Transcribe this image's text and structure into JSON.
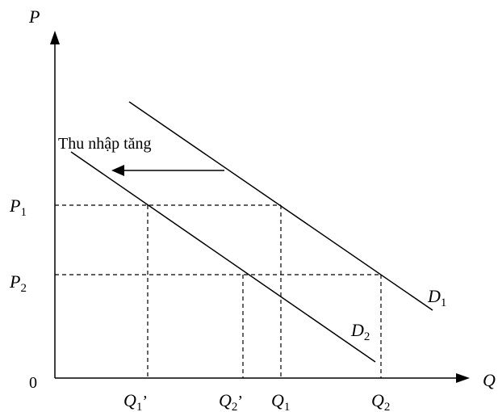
{
  "axes": {
    "y_label": "P",
    "x_label": "Q",
    "origin_label": "0"
  },
  "price_labels": {
    "p1": {
      "main": "P",
      "sub": "1"
    },
    "p2": {
      "main": "P",
      "sub": "2"
    }
  },
  "quantity_labels": {
    "q1_prime": {
      "main": "Q",
      "sub": "1",
      "suffix": "’"
    },
    "q2_prime": {
      "main": "Q",
      "sub": "2",
      "suffix": "’"
    },
    "q1": {
      "main": "Q",
      "sub": "1"
    },
    "q2": {
      "main": "Q",
      "sub": "2"
    }
  },
  "curves": {
    "d1": {
      "main": "D",
      "sub": "1"
    },
    "d2": {
      "main": "D",
      "sub": "2"
    }
  },
  "annotation": {
    "text": "Thu nhập tăng"
  },
  "colors": {
    "line": "#000000",
    "background": "#ffffff"
  }
}
